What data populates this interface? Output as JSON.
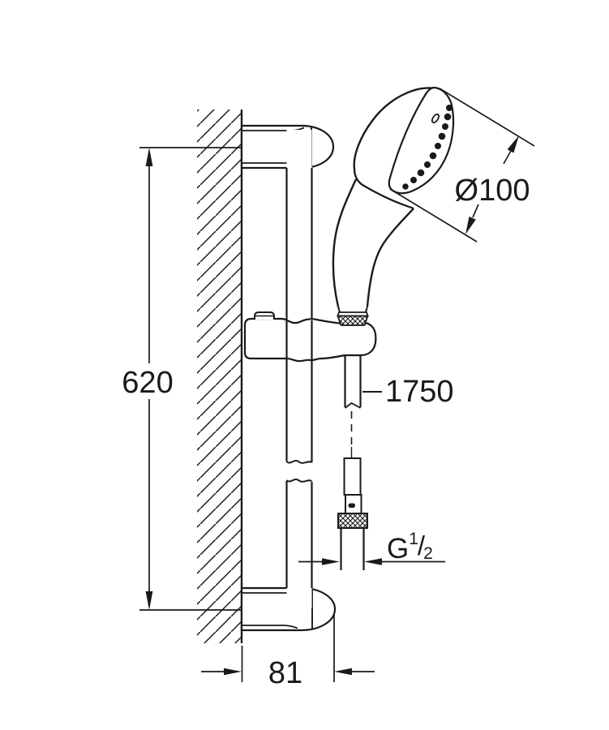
{
  "drawing": {
    "type": "technical-dimension-drawing",
    "subject": "shower rail set with hand shower and hose, side view on wall",
    "colors": {
      "ink": "#1a1a1a",
      "background": "#ffffff"
    },
    "dimensions": {
      "rail_mounting_height": {
        "value": "620",
        "meaning": "vertical distance between wall bracket centers"
      },
      "head_diameter": {
        "value": "Ø100",
        "meaning": "hand shower face diameter"
      },
      "hose_length": {
        "value": "1750",
        "meaning": "shower hose length"
      },
      "wall_offset": {
        "value": "81",
        "meaning": "distance from wall face to outer edge of bracket"
      },
      "thread": {
        "prefix": "G",
        "sup": "1",
        "slash": "/",
        "sub": "2",
        "meaning": "hose connection thread size"
      }
    }
  }
}
